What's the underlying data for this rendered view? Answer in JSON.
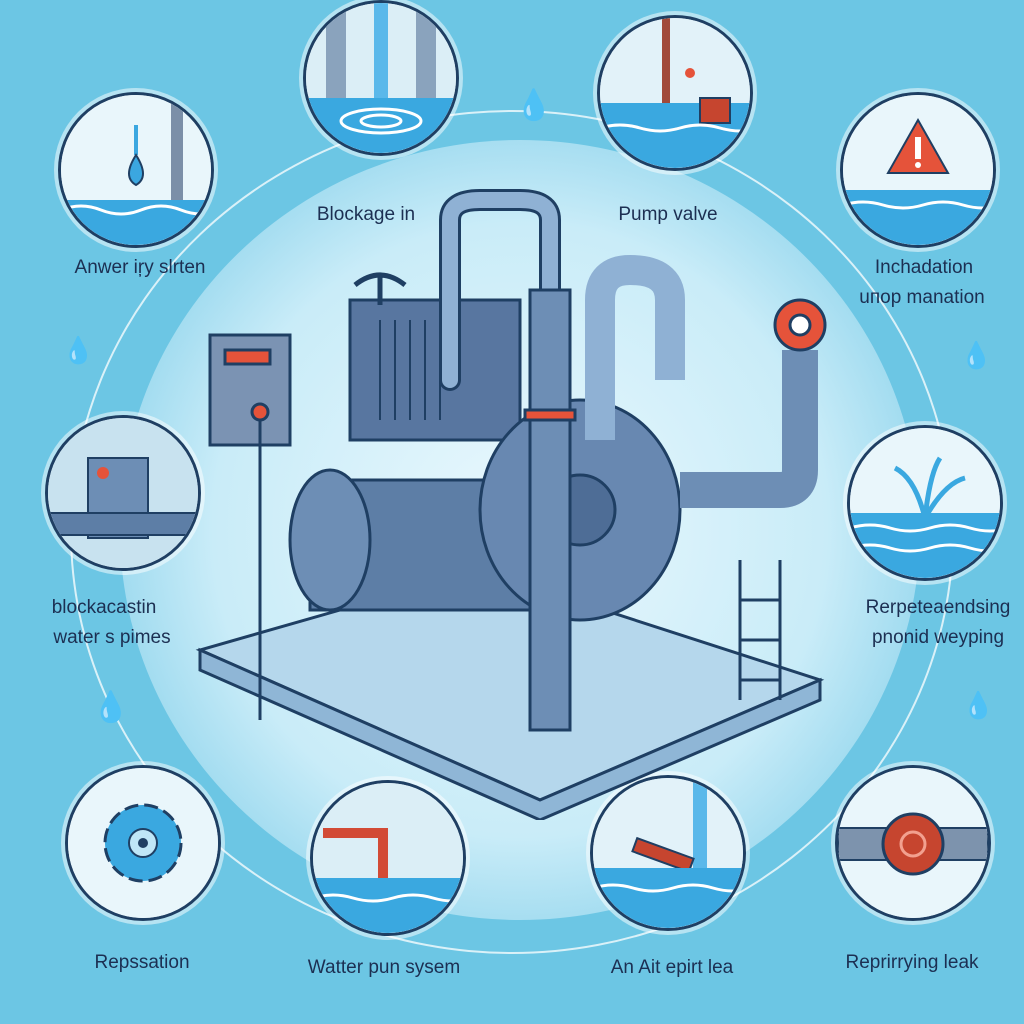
{
  "labels": {
    "top_left": "Anwer iŗy slrten",
    "top_center_left": "Blockage in",
    "top_center_right": "Pump valve",
    "top_right_line1": "Inchadation",
    "top_right_line2": "uпop manation",
    "mid_left_line1": "blockacastin",
    "mid_left_line2": "water s pimes",
    "mid_right_line1": "Rerpeteaendsing",
    "mid_right_line2": "pnonid weyping",
    "bottom_1": "Repssation",
    "bottom_2": "Watter pun sysem",
    "bottom_3": "An Ait epirt lea",
    "bottom_4": "Reprirrying leak"
  },
  "colors": {
    "background": "#6cc6e4",
    "ink": "#1c2f52",
    "accent": "#e5533a",
    "pipe": "#5d7ea6"
  }
}
